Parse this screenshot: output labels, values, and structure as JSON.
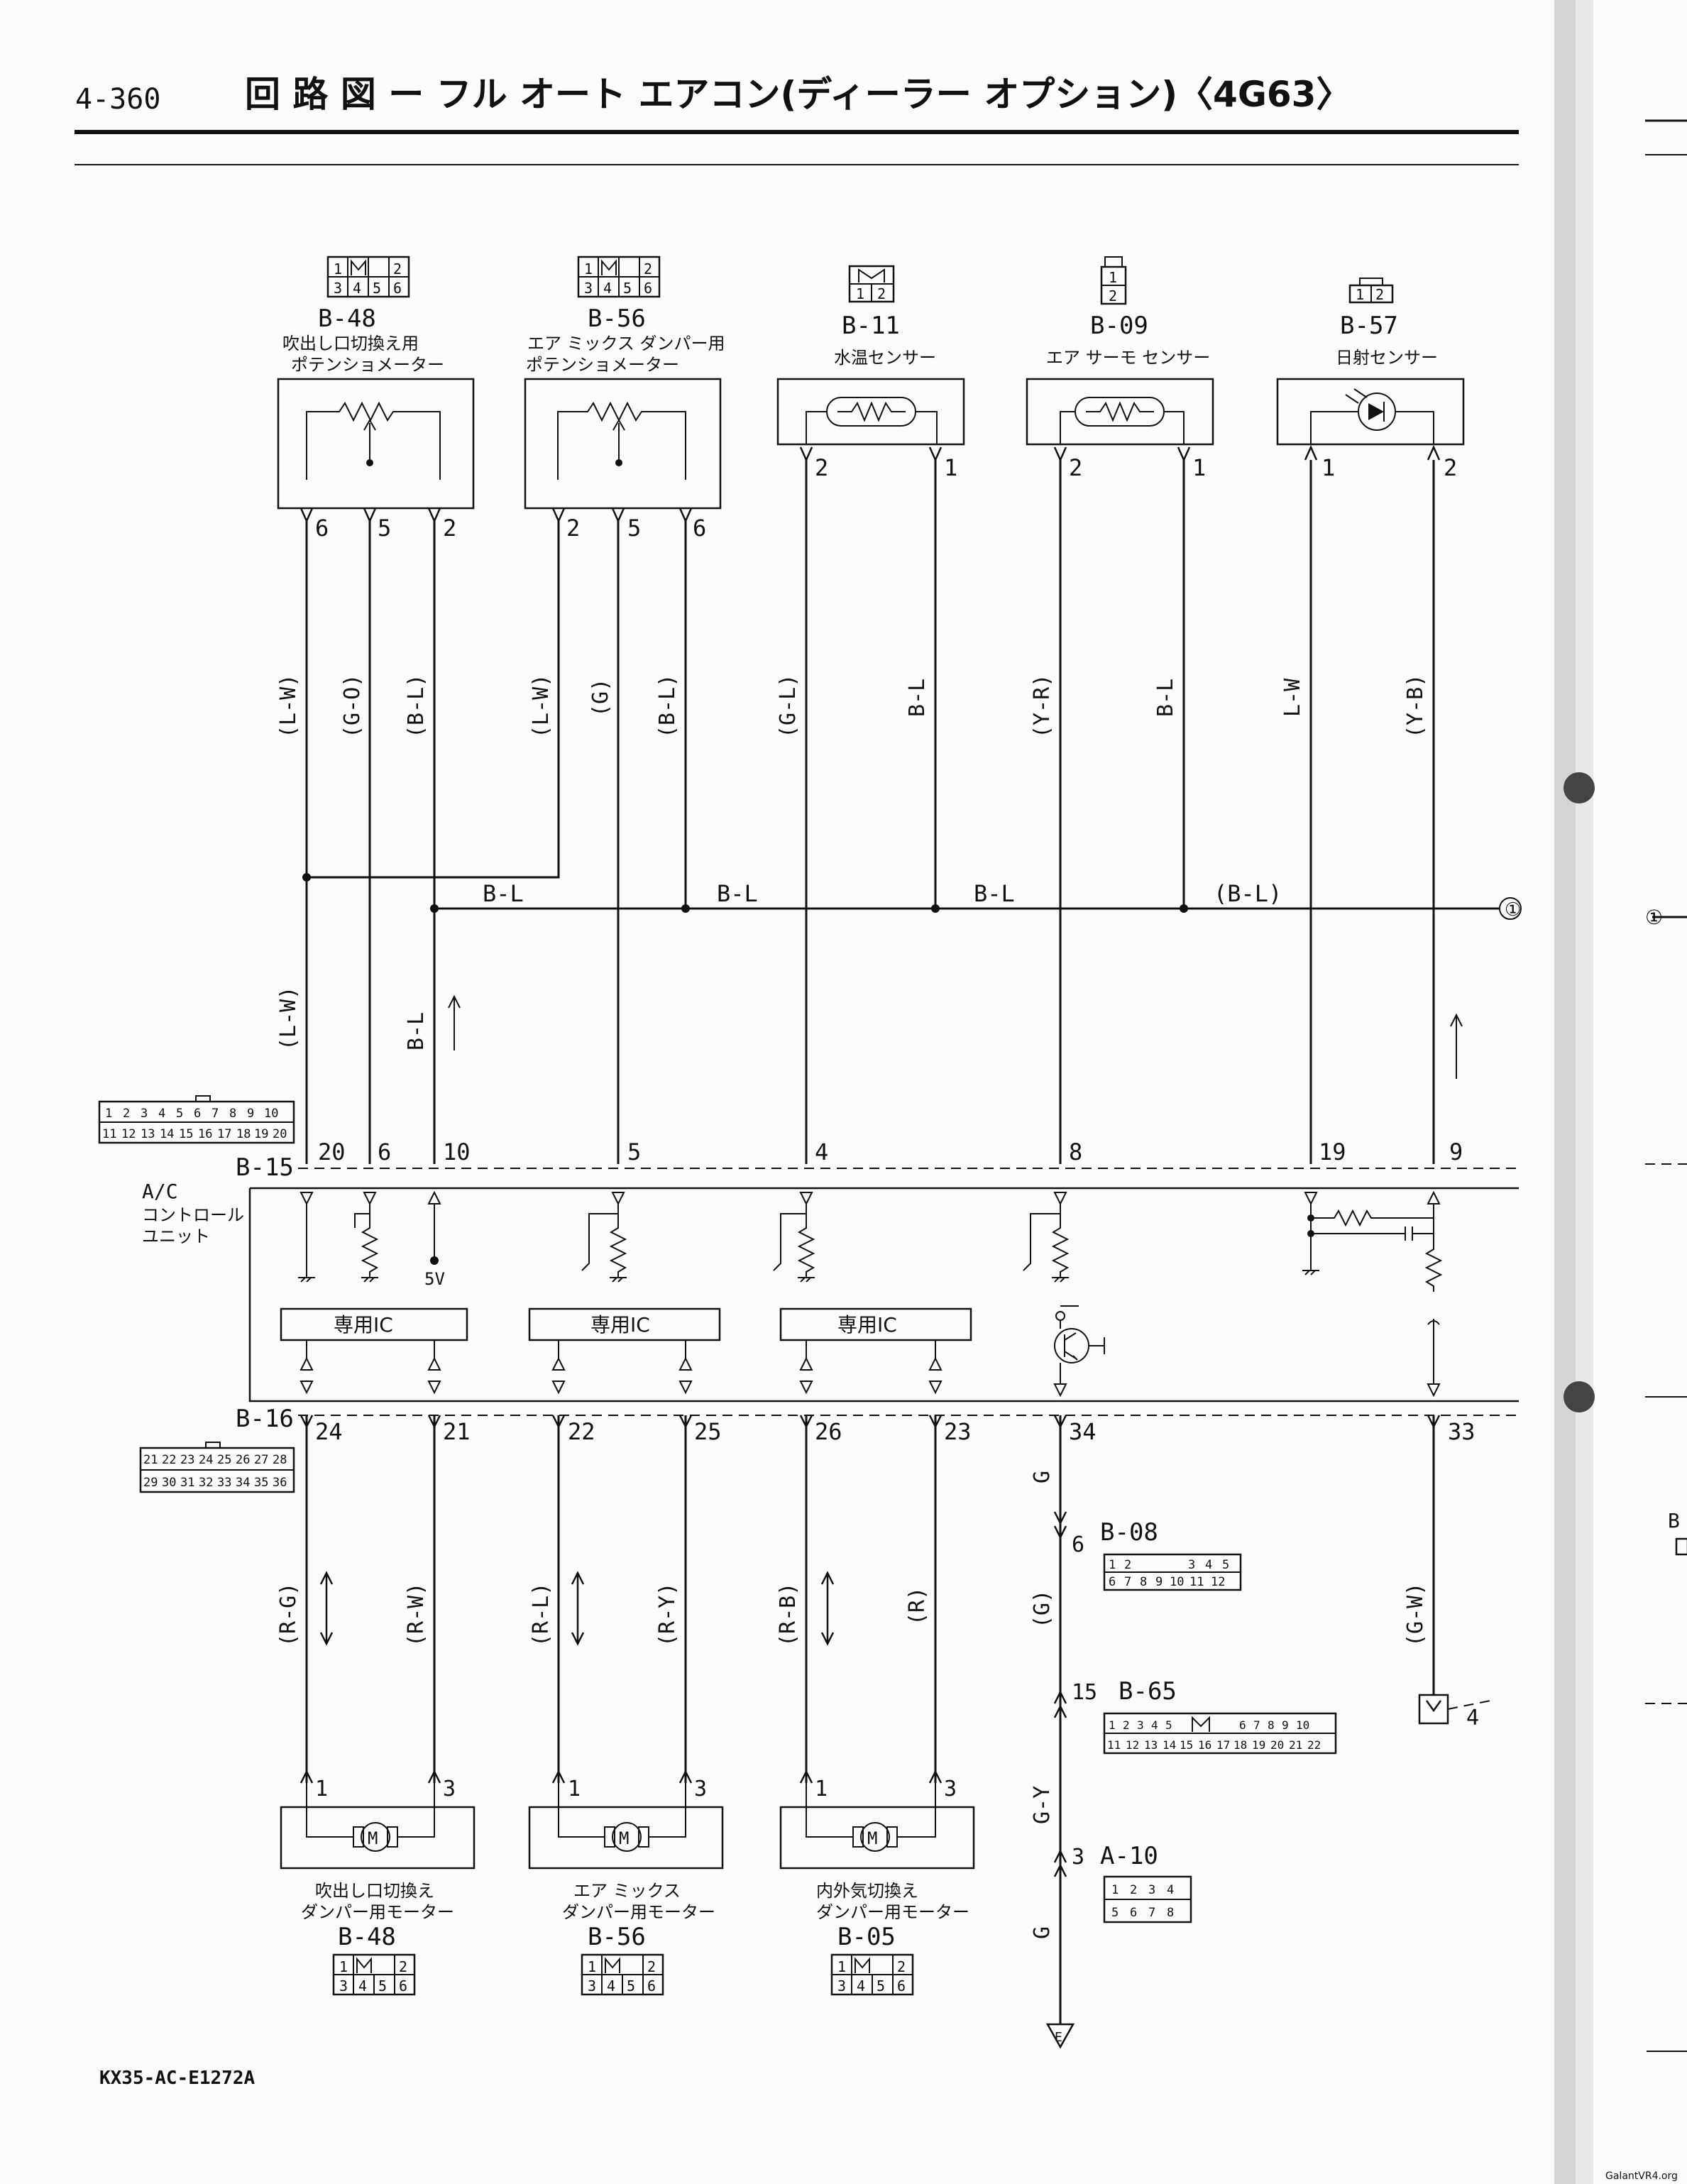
{
  "header": {
    "page_number": "4-360",
    "title": "回 路 図 ー フル オート エアコン(ディーラー オプション)〈4G63〉"
  },
  "footer": {
    "doc_code": "KX35-AC-E1272A",
    "watermark": "GalantVR4.org"
  },
  "top_components": [
    {
      "id": "B-48",
      "name_l1": "吹出し口切換え用",
      "name_l2": "ポテンショメーター",
      "pins": [
        "6",
        "5",
        "2"
      ],
      "wires": [
        "(L-W)",
        "(G-O)",
        "(B-L)"
      ]
    },
    {
      "id": "B-56",
      "name_l1": "エア ミックス ダンパー用",
      "name_l2": "ポテンショメーター",
      "pins": [
        "2",
        "5",
        "6"
      ],
      "wires": [
        "(L-W)",
        "(G)",
        "(B-L)"
      ]
    },
    {
      "id": "B-11",
      "name_l1": "水温センサー",
      "pins": [
        "2",
        "1"
      ],
      "wires": [
        "(G-L)",
        "B-L"
      ]
    },
    {
      "id": "B-09",
      "name_l1": "エア サーモ センサー",
      "pins": [
        "2",
        "1"
      ],
      "wires": [
        "(Y-R)",
        "B-L"
      ]
    },
    {
      "id": "B-57",
      "name_l1": "日射センサー",
      "pins": [
        "1",
        "2"
      ],
      "wires": [
        "L-W",
        "(Y-B)"
      ]
    }
  ],
  "bus": {
    "labels": [
      "B-L",
      "B-L",
      "B-L",
      "(B-L)"
    ],
    "connector_marker": "①",
    "vertical_labels": [
      "(L-W)",
      "B-L"
    ]
  },
  "control_unit": {
    "label_l1": "A/C",
    "label_l2": "コントロール",
    "label_l3": "ユニット",
    "upper_connector": "B-15",
    "lower_connector": "B-16",
    "upper_pins": [
      "20",
      "6",
      "10",
      "5",
      "4",
      "8",
      "19",
      "9"
    ],
    "lower_pins": [
      "24",
      "21",
      "22",
      "25",
      "26",
      "23",
      "34",
      "33"
    ],
    "ic_label": "専用IC",
    "ref_voltage": "5V"
  },
  "connector_grid_b15": {
    "row1": [
      "1",
      "2",
      "3",
      "4",
      "5",
      "6",
      "7",
      "8",
      "9",
      "10"
    ],
    "row2": [
      "11",
      "12",
      "13",
      "14",
      "15",
      "16",
      "17",
      "18",
      "19",
      "20"
    ]
  },
  "connector_grid_b16": {
    "row1": [
      "21",
      "22",
      "23",
      "24",
      "25",
      "26",
      "27",
      "28"
    ],
    "row2": [
      "29",
      "30",
      "31",
      "32",
      "33",
      "34",
      "35",
      "36"
    ]
  },
  "lower_wires": [
    "(R-G)",
    "(R-W)",
    "(R-L)",
    "(R-Y)",
    "(R-B)",
    "(R)"
  ],
  "motors": [
    {
      "id": "B-48",
      "name_l1": "吹出し口切換え",
      "name_l2": "ダンパー用モーター",
      "pins": [
        "1",
        "3"
      ]
    },
    {
      "id": "B-56",
      "name_l1": "エア ミックス",
      "name_l2": "ダンパー用モーター",
      "pins": [
        "1",
        "3"
      ]
    },
    {
      "id": "B-05",
      "name_l1": "内外気切換え",
      "name_l2": "ダンパー用モーター",
      "pins": [
        "1",
        "3"
      ]
    }
  ],
  "ground_path": {
    "wire_labels": [
      "G",
      "(G)",
      "G-Y",
      "G"
    ],
    "b08": {
      "id": "B-08",
      "pin": "6",
      "row1": [
        "1",
        "2",
        "3",
        "4",
        "5"
      ],
      "row2": [
        "6",
        "7",
        "8",
        "9",
        "10",
        "11",
        "12"
      ]
    },
    "b65": {
      "id": "B-65",
      "pin": "15",
      "row1": [
        "1",
        "2",
        "3",
        "4",
        "5",
        "6",
        "7",
        "8",
        "9",
        "10"
      ],
      "row2": [
        "11",
        "12",
        "13",
        "14",
        "15",
        "16",
        "17",
        "18",
        "19",
        "20",
        "21",
        "22"
      ]
    },
    "a10": {
      "id": "A-10",
      "pin": "3",
      "row1": [
        "1",
        "2",
        "3",
        "4"
      ],
      "row2": [
        "5",
        "6",
        "7",
        "8"
      ]
    },
    "ground_mark": "E"
  },
  "right_wire": {
    "label": "(G-W)",
    "pin": "4"
  },
  "right_page_marker": "①",
  "right_page_letter": "B"
}
